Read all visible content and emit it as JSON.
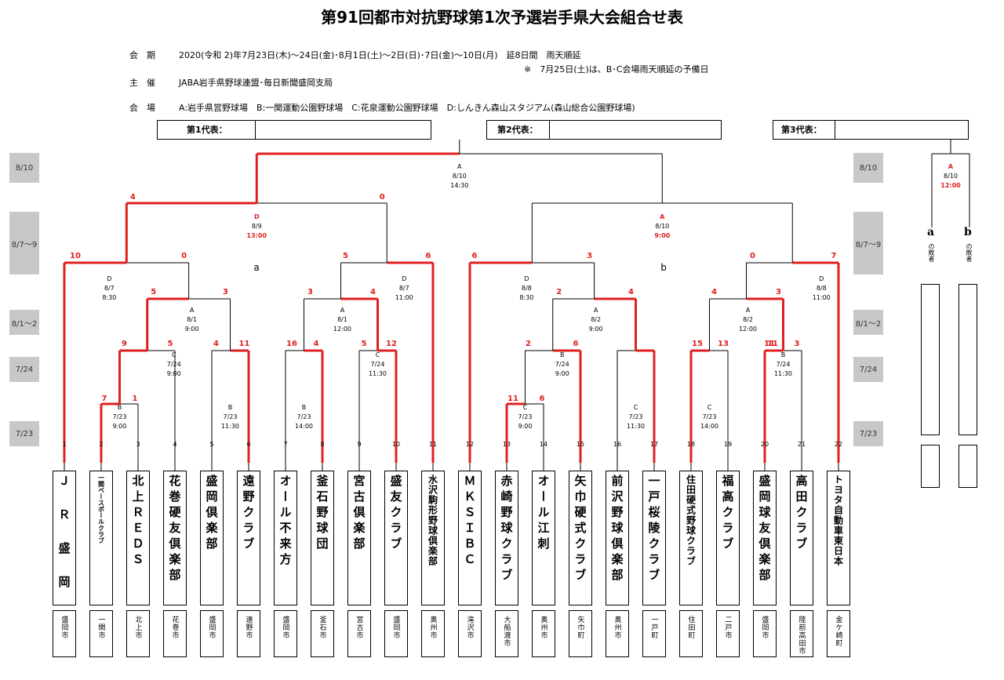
{
  "title": "第91回都市対抗野球第1次予選岩手県大会組合せ表",
  "info": {
    "period_label": "会　期",
    "period_value": "2020(令和 2)年7月23日(木)～24日(金)･8月1日(土)～2日(日)･7日(金)～10日(月)　延8日間　雨天順延",
    "period_note": "※　7月25日(土)は、B･C会場雨天順延の予備日",
    "host_label": "主　催",
    "host_value": "JABA岩手県野球連盟･毎日新聞盛岡支局",
    "venue_label": "会　場",
    "venue_value": "A:岩手県営野球場　B:一関運動公園野球場　C:花泉運動公園野球場　D:しんきん森山スタジアム(森山総合公園野球場)"
  },
  "representatives": [
    "第1代表：",
    "第2代表：",
    "第3代表："
  ],
  "dates": [
    "8/10",
    "8/7～9",
    "8/1～2",
    "7/24",
    "7/23"
  ],
  "teams": [
    {
      "no": "1",
      "name": "ＪＲ盛岡",
      "city": "盛岡市",
      "display": "Ｊ Ｒ 盛 岡"
    },
    {
      "no": "2",
      "name": "一関ベースボールクラブ",
      "city": "一関市",
      "display": "一関ベースボールクラブ"
    },
    {
      "no": "3",
      "name": "北上ＲＥＤＳ",
      "city": "北上市",
      "display": "北上ＲＥＤＳ"
    },
    {
      "no": "4",
      "name": "花巻硬友倶楽部",
      "city": "花巻市",
      "display": "花巻硬友倶楽部"
    },
    {
      "no": "5",
      "name": "盛岡倶楽部",
      "city": "盛岡市",
      "display": "盛岡倶楽部"
    },
    {
      "no": "6",
      "name": "遠野クラブ",
      "city": "遠野市",
      "display": "遠野クラブ"
    },
    {
      "no": "7",
      "name": "オール不来方",
      "city": "盛岡市",
      "display": "オール不来方"
    },
    {
      "no": "8",
      "name": "釜石野球団",
      "city": "釜石市",
      "display": "釜石野球団"
    },
    {
      "no": "9",
      "name": "宮古倶楽部",
      "city": "宮古市",
      "display": "宮古倶楽部"
    },
    {
      "no": "10",
      "name": "盛友クラブ",
      "city": "盛岡市",
      "display": "盛友クラブ"
    },
    {
      "no": "11",
      "name": "水沢駒形野球倶楽部",
      "city": "奥州市",
      "display": "水沢駒形野球倶楽部"
    },
    {
      "no": "12",
      "name": "ＭＫＳＩＢＣ",
      "city": "滝沢市",
      "display": "ＭＫＳＩＢＣ"
    },
    {
      "no": "13",
      "name": "赤崎野球クラブ",
      "city": "大船渡市",
      "display": "赤崎野球クラブ"
    },
    {
      "no": "14",
      "name": "オール江刺",
      "city": "奥州市",
      "display": "オール江刺"
    },
    {
      "no": "15",
      "name": "矢巾硬式クラブ",
      "city": "矢巾町",
      "display": "矢巾硬式クラブ"
    },
    {
      "no": "16",
      "name": "前沢野球倶楽部",
      "city": "奥州市",
      "display": "前沢野球倶楽部"
    },
    {
      "no": "17",
      "name": "一戸桜陵クラブ",
      "city": "一戸町",
      "display": "一戸桜陵クラブ"
    },
    {
      "no": "18",
      "name": "住田硬式野球クラブ",
      "city": "住田町",
      "display": "住田硬式野球クラブ"
    },
    {
      "no": "19",
      "name": "福高クラブ",
      "city": "二戸市",
      "display": "福高クラブ"
    },
    {
      "no": "20",
      "name": "盛岡球友倶楽部",
      "city": "盛岡市",
      "display": "盛岡球友倶楽部"
    },
    {
      "no": "21",
      "name": "高田クラブ",
      "city": "陸前高田市",
      "display": "高田クラブ"
    },
    {
      "no": "22",
      "name": "トヨタ自動車東日本",
      "city": "金ケ崎町",
      "display": "トヨタ自動車東日本"
    }
  ],
  "matches": [
    {
      "venue": "B",
      "date": "7/23",
      "time": "9:00",
      "score_l": "7",
      "score_r": "1"
    },
    {
      "venue": "B",
      "date": "7/23",
      "time": "11:30"
    },
    {
      "venue": "B",
      "date": "7/23",
      "time": "14:00"
    },
    {
      "venue": "C",
      "date": "7/23",
      "time": "9:00",
      "score_l": "11",
      "score_r": "6"
    },
    {
      "venue": "C",
      "date": "7/23",
      "time": "11:30"
    },
    {
      "venue": "C",
      "date": "7/23",
      "time": "14:00"
    },
    {
      "venue": "C",
      "date": "7/24",
      "time": "9:00",
      "score_l": "9",
      "score_r": "5"
    },
    {
      "venue": "C",
      "date": "7/24",
      "time": "11:30",
      "score_l": "5",
      "score_r": "12"
    },
    {
      "venue": "B",
      "date": "7/24",
      "time": "9:00",
      "score_l": "2",
      "score_r": "6"
    },
    {
      "venue": "B",
      "date": "7/24",
      "time": "11:30",
      "score_l": "11",
      "score_r": "3"
    },
    {
      "venue": "A",
      "date": "8/1",
      "time": "9:00",
      "score_l": "5",
      "score_r": "3"
    },
    {
      "venue": "A",
      "date": "8/1",
      "time": "12:00",
      "score_l": "3",
      "score_r": "4"
    },
    {
      "venue": "A",
      "date": "8/2",
      "time": "9:00",
      "score_l": "2",
      "score_r": "4"
    },
    {
      "venue": "A",
      "date": "8/2",
      "time": "12:00",
      "score_l": "4",
      "score_r": "3"
    },
    {
      "venue": "D",
      "date": "8/7",
      "time": "8:30",
      "score_l": "10",
      "score_r": "0"
    },
    {
      "venue": "D",
      "date": "8/7",
      "time": "11:00",
      "score_l": "5",
      "score_r": "6"
    },
    {
      "venue": "D",
      "date": "8/8",
      "time": "8:30",
      "score_l": "6",
      "score_r": "3"
    },
    {
      "venue": "D",
      "date": "8/8",
      "time": "11:00",
      "score_l": "0",
      "score_r": "7"
    },
    {
      "venue": "D",
      "date": "8/9",
      "time": "13:00",
      "score_l": "4",
      "score_r": "0"
    },
    {
      "venue": "A",
      "date": "8/10",
      "time": "9:00"
    },
    {
      "venue": "A",
      "date": "8/10",
      "time": "14:30"
    },
    {
      "venue": "A",
      "date": "8/10",
      "time": "12:00"
    }
  ],
  "extra_scores": [
    "4",
    "11",
    "15",
    "13",
    "16",
    "4",
    "11"
  ],
  "block_labels": [
    "a",
    "b"
  ],
  "side": {
    "a": "a",
    "b": "b",
    "a_sub": "の敗者",
    "b_sub": "の敗者"
  }
}
